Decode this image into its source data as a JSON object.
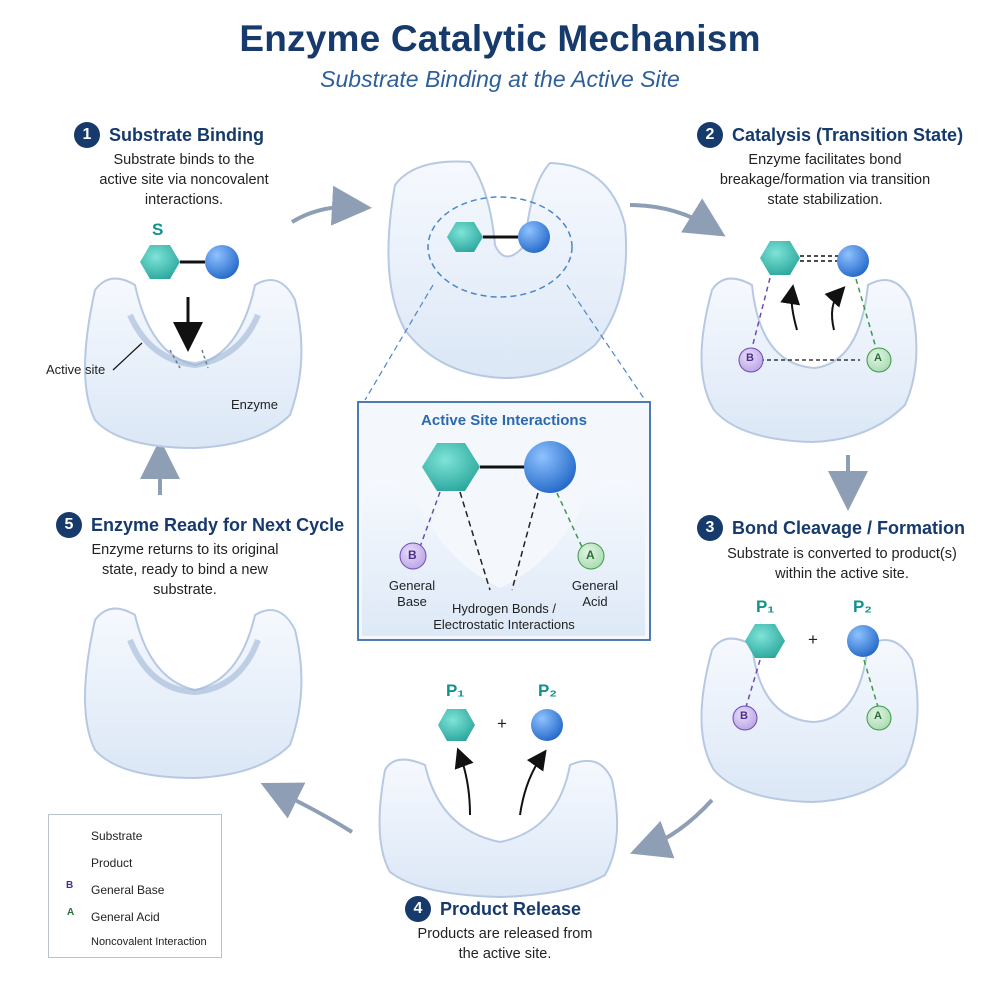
{
  "header": {
    "title": "Enzyme Catalytic Mechanism",
    "subtitle": "Substrate Binding at the Active Site"
  },
  "steps": [
    {
      "number": "1",
      "title": "Substrate Binding",
      "description": "Substrate binds to the\nactive site via noncovalent\ninteractions."
    },
    {
      "number": "2",
      "title": "Catalysis (Transition State)",
      "description": "Enzyme facilitates bond\nbreakage/formation via transition\nstate stabilization."
    },
    {
      "number": "3",
      "title": "Bond Cleavage / Formation",
      "description": "Substrate is converted to product(s)\nwithin the active site."
    },
    {
      "number": "4",
      "title": "Product Release",
      "description": "Products are released from\nthe active site."
    },
    {
      "number": "5",
      "title": "Enzyme Ready for Next Cycle",
      "description": "Enzyme returns to its original\nstate, ready to bind a new\nsubstrate."
    }
  ],
  "labels": {
    "substrate_letter": "S",
    "active_site": "Active site",
    "enzyme": "Enzyme",
    "base_letter": "B",
    "acid_letter": "A",
    "p1": "P₁",
    "p2": "P₂",
    "plus": "+"
  },
  "inset": {
    "title": "Active Site Interactions",
    "general_base": "General\nBase",
    "general_acid": "General\nAcid",
    "bonds": "Hydrogen Bonds /\nElectrostatic Interactions"
  },
  "legend": {
    "items": [
      {
        "icon": "hexagon-icon",
        "label": "Substrate"
      },
      {
        "icon": "sphere-icon",
        "label": "Product"
      },
      {
        "icon": "circle-b-icon",
        "label": "General Base"
      },
      {
        "icon": "circle-a-icon",
        "label": "General Acid"
      },
      {
        "icon": "dashed-line-icon",
        "label": "Noncovalent Interaction"
      }
    ]
  },
  "colors": {
    "title": "#163a6b",
    "substrate": "#3fc1b6",
    "product": "#2f7ee0",
    "base": "#9a7dd1",
    "acid": "#7cc28a",
    "enzyme_fill": "#eaf1fb",
    "arrow": "#8e9fb5"
  }
}
